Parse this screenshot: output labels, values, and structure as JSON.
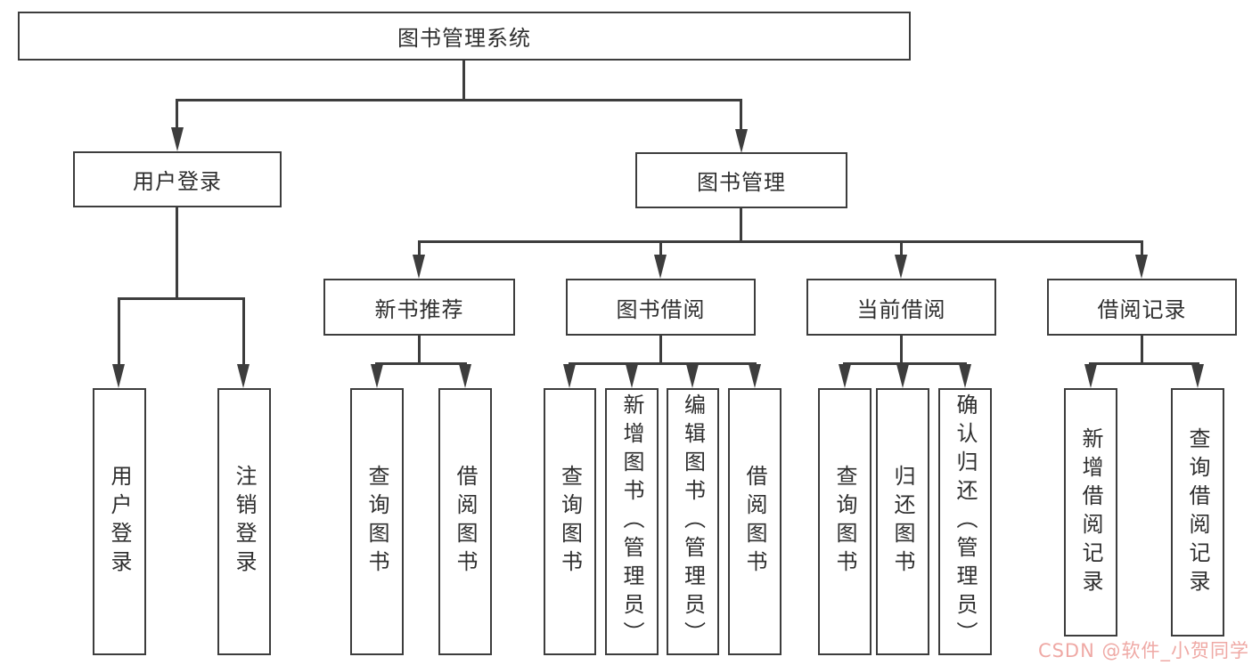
{
  "tree": {
    "root": {
      "label": "图书管理系统"
    },
    "children": [
      {
        "label": "用户登录",
        "children": [
          {
            "label": "用户登录"
          },
          {
            "label": "注销登录"
          }
        ]
      },
      {
        "label": "图书管理",
        "children": [
          {
            "label": "新书推荐",
            "children": [
              {
                "label": "查询图书"
              },
              {
                "label": "借阅图书"
              }
            ]
          },
          {
            "label": "图书借阅",
            "children": [
              {
                "label": "查询图书"
              },
              {
                "label": "新增图书（管理员）"
              },
              {
                "label": "编辑图书（管理员）"
              },
              {
                "label": "借阅图书"
              }
            ]
          },
          {
            "label": "当前借阅",
            "children": [
              {
                "label": "查询图书"
              },
              {
                "label": "归还图书"
              },
              {
                "label": "确认归还（管理员）"
              }
            ]
          },
          {
            "label": "借阅记录",
            "children": [
              {
                "label": "新增借阅记录"
              },
              {
                "label": "查询借阅记录"
              }
            ]
          }
        ]
      }
    ]
  },
  "watermark": {
    "text": "CSDN @软件_小贺同学"
  },
  "colors": {
    "line": "#3d3d3d",
    "text": "#2f2f2f",
    "watermark": "#efa9a5",
    "background": "#ffffff"
  }
}
